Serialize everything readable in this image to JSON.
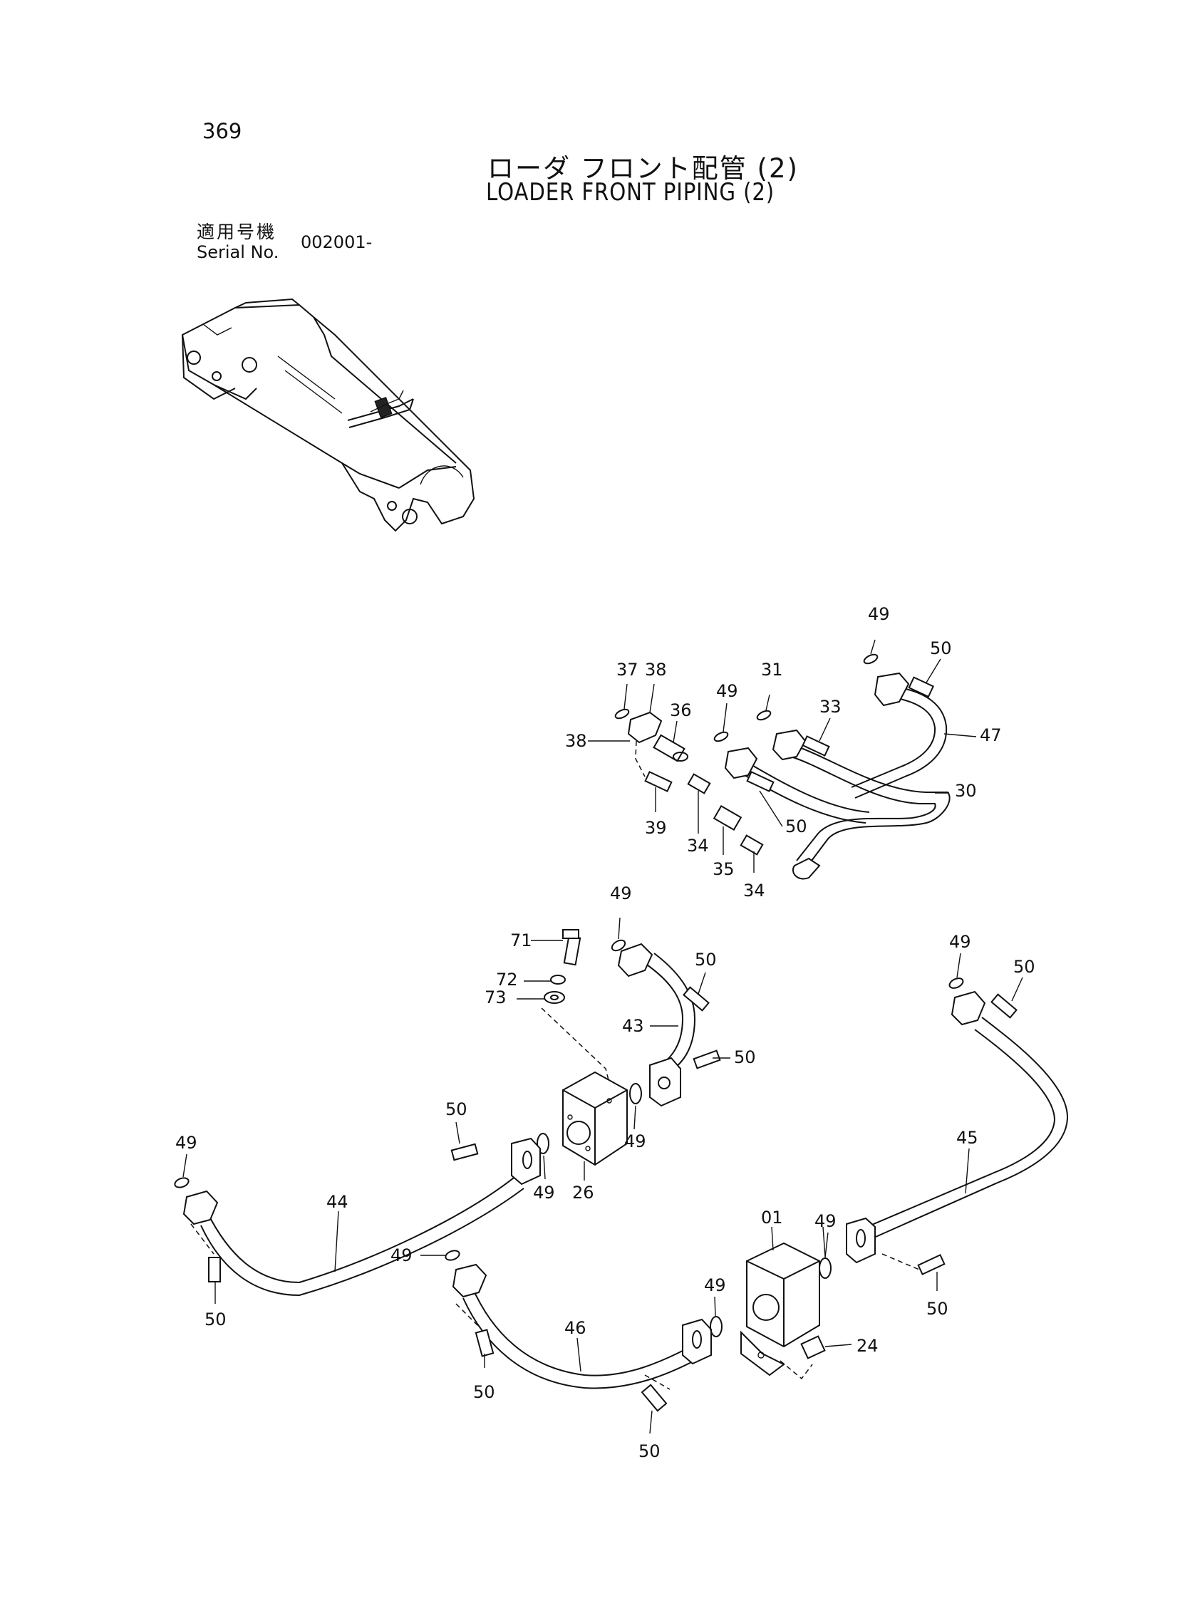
{
  "page": {
    "number": "369",
    "title_jp": "ローダ フロント配管 (2)",
    "title_en": "LOADER FRONT PIPING (2)",
    "serial_label_jp": "適用号機",
    "serial_label_en": "Serial No.",
    "serial_value": "002001-"
  },
  "callouts": {
    "c49a": "49",
    "c50a": "50",
    "c47": "47",
    "c31": "31",
    "c49b": "49",
    "c33": "33",
    "c30": "30",
    "c37": "37",
    "c38a": "38",
    "c38b": "38",
    "c36": "36",
    "c39": "39",
    "c34a": "34",
    "c35": "35",
    "c34b": "34",
    "c50b": "50",
    "c49c": "49",
    "c71": "71",
    "c72": "72",
    "c73": "73",
    "c50c": "50",
    "c43": "43",
    "c50d": "50",
    "c49d": "49",
    "c26": "26",
    "c49e": "49",
    "c50e": "50",
    "c49f": "49",
    "c44": "44",
    "c50f": "50",
    "c49g": "49",
    "c50g": "50",
    "c45": "45",
    "c49h": "49",
    "c01": "01",
    "c49i": "49",
    "c50h": "50",
    "c46": "46",
    "c50i": "50",
    "c49j": "49",
    "c24": "24",
    "c50j": "50"
  }
}
